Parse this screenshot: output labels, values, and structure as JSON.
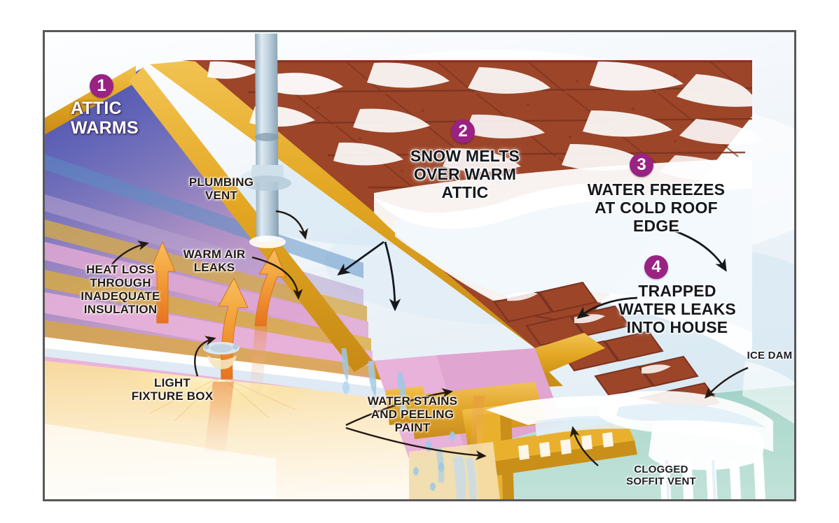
{
  "figure": {
    "title": "Ice dam formation cutaway illustration",
    "frame_color": "#585858",
    "badge_color": "#9a2283",
    "page_background": "#ffffff"
  },
  "steps": [
    {
      "number": "1",
      "text": "ATTIC\nWARMS",
      "style": "white"
    },
    {
      "number": "2",
      "text": "SNOW MELTS\nOVER WARM\nATTIC",
      "style": "dark"
    },
    {
      "number": "3",
      "text": "WATER FREEZES\nAT COLD ROOF\nEDGE",
      "style": "dark"
    },
    {
      "number": "4",
      "text": "TRAPPED\nWATER LEAKS\nINTO HOUSE",
      "style": "dark"
    }
  ],
  "annotations": [
    {
      "id": "plumbing-vent",
      "text": "PLUMBING\nVENT"
    },
    {
      "id": "heat-loss",
      "text": "HEAT LOSS\nTHROUGH\nINADEQUATE\nINSULATION"
    },
    {
      "id": "warm-air-leaks",
      "text": "WARM AIR\nLEAKS"
    },
    {
      "id": "light-fixture",
      "text": "LIGHT\nFIXTURE BOX"
    },
    {
      "id": "water-stains",
      "text": "WATER STAINS\nAND PEELING\nPAINT"
    },
    {
      "id": "clogged-soffit",
      "text": "CLOGGED\nSOFFIT VENT"
    },
    {
      "id": "ice-dam",
      "text": "ICE DAM"
    }
  ],
  "scene": {
    "sky_color": "#f4f7fb",
    "snow_color": "#ffffff",
    "shingle_color": "#9c4529",
    "shingle_dark": "#7d3420",
    "rafter_color": "#e8ae2d",
    "insulation_color": "#e2a9d2",
    "attic_cool_color": "#5b5fb0",
    "room_color": "#f8dca4",
    "ground_color": "#bfded5",
    "heat_arrow_color": "#f0992e",
    "vent_pipe_color": "#c3d6e2",
    "water_color": "#9ec9e6"
  }
}
